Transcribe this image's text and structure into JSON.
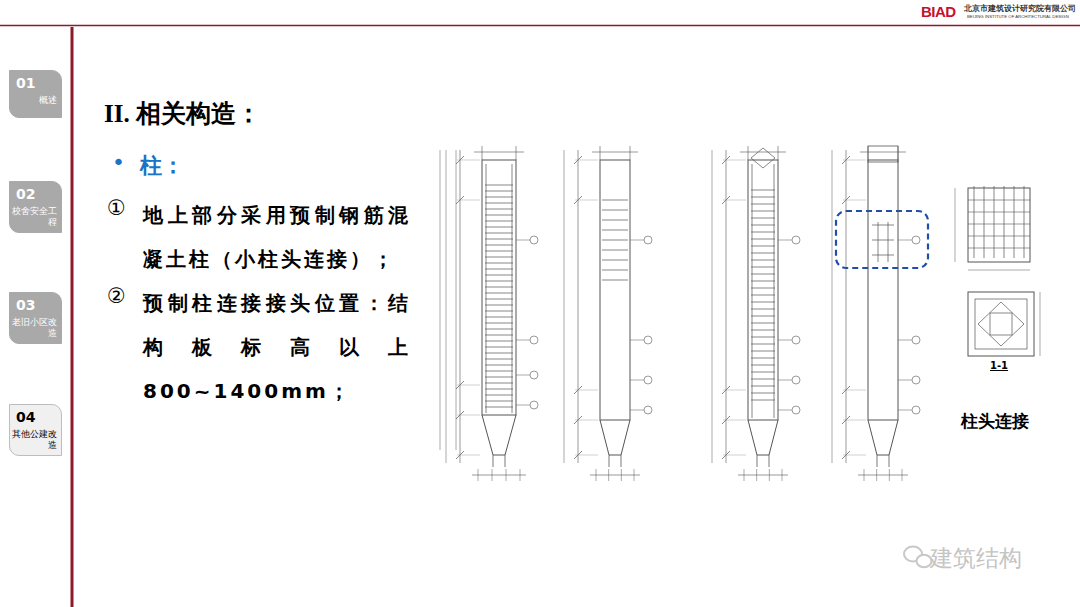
{
  "diagram": {
    "title": "II. 相关构造：",
    "nodes": [
      {
        "text": [
          "01",
          "概述"
        ]
      },
      {
        "text": [
          "02",
          "校舍安全工程"
        ]
      },
      {
        "text": [
          "03",
          "老旧小区改造"
        ]
      },
      {
        "text": [
          "04",
          "其他公建改造"
        ]
      }
    ],
    "labels": [
      "BIAD",
      "北京市建筑设计研究院有限公司",
      "BEIJING INSTITUTE OF ARCHITECTURAL DESIGN",
      "•",
      "柱：",
      "①",
      "地上部分采用预制钢筋混凝土柱（小柱头连接）；",
      "②",
      "预制柱连接接头位置：结构板标高以上800~1400mm；",
      "1-1",
      "柱头连接",
      "建筑结构"
    ]
  }
}
